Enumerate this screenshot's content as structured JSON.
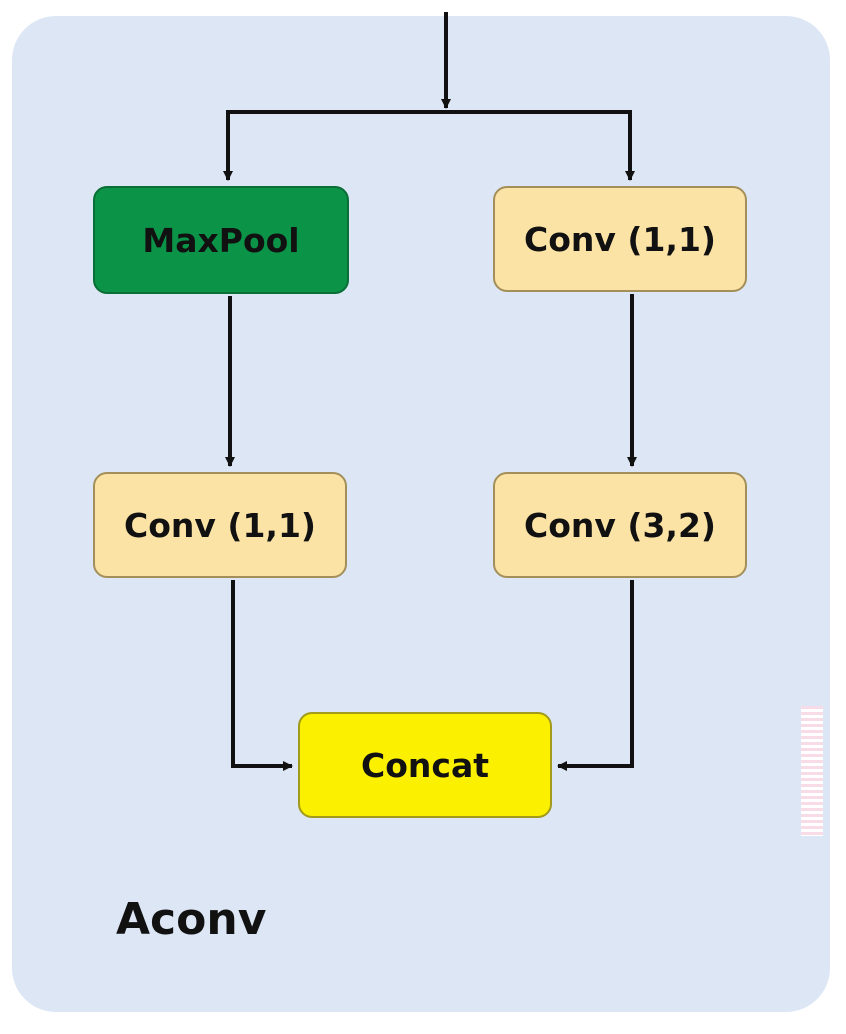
{
  "diagram": {
    "nodes": {
      "maxpool": "MaxPool",
      "conv_1_1_right": "Conv (1,1)",
      "conv_1_1_left": "Conv (1,1)",
      "conv_3_2": "Conv (3,2)",
      "concat": "Concat"
    },
    "caption": "Aconv"
  },
  "colors": {
    "panel_background": "#dce6f4",
    "maxpool_fill": "#0b9448",
    "conv_fill": "#fbe3a6",
    "concat_fill": "#fbf000",
    "arrow": "#111111"
  }
}
